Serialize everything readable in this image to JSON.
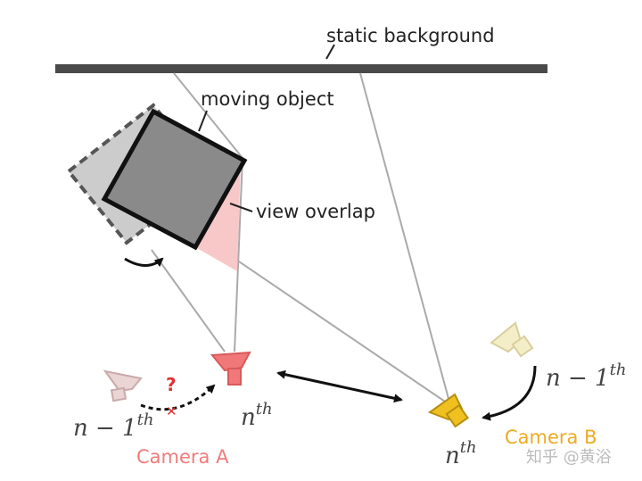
{
  "labels": {
    "static_background": "static background",
    "moving_object": "moving object",
    "view_overlap": "view overlap",
    "question_mark": "?",
    "camera_a": "Camera A",
    "camera_b": "Camera B",
    "watermark": "知乎 @黄浴"
  },
  "math": {
    "n_minus_1_a": "n − 1",
    "n_minus_1_b": "n − 1",
    "n_a": "n",
    "n_b": "n",
    "th": "th"
  },
  "colors": {
    "camera_a": "#f07878",
    "camera_a_prev": "#ead4d4",
    "camera_b": "#f0c020",
    "camera_b_prev": "#f4eec8",
    "camera_a_label": "#f27a7a",
    "camera_b_label": "#eeaa22",
    "overlap": "#f8c8c8",
    "object": "#8a8a8a",
    "object_prev": "#cccccc",
    "wall": "#4a4a4a"
  }
}
